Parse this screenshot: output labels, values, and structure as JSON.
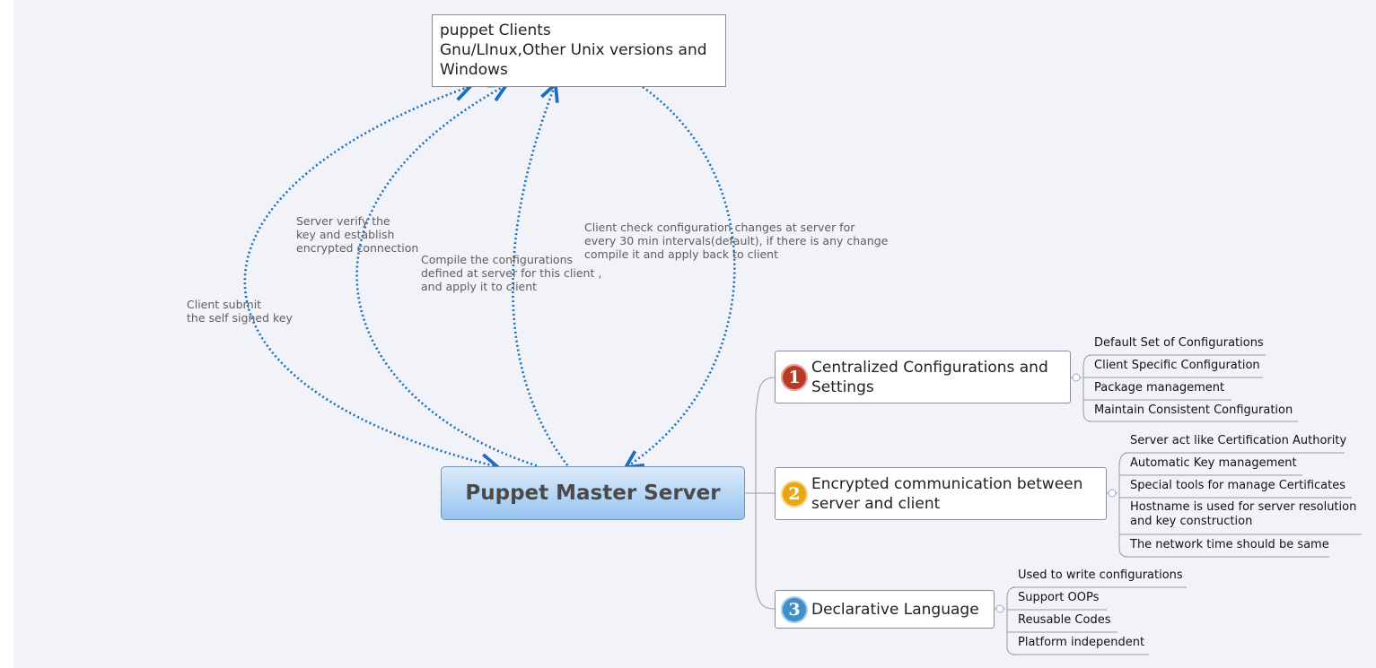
{
  "clients": {
    "line1": "puppet Clients",
    "line2": "Gnu/LInux,Other Unix versions and",
    "line3": "Windows"
  },
  "master": {
    "title": "Puppet Master Server"
  },
  "links": [
    {
      "line1": "Client submit",
      "line2": "the self signed key"
    },
    {
      "line1": "Server verify the",
      "line2": "key and establish",
      "line3": "encrypted connection"
    },
    {
      "line1": "Compile the  configurations",
      "line2": "defined at server for this client ,",
      "line3": "and apply it to client"
    },
    {
      "line1": "Client check configuration changes at server for",
      "line2": "every 30 min intervals(default), if there is any change",
      "line3": "compile it and apply back to client"
    }
  ],
  "branches": [
    {
      "number": "1",
      "color": "#b83a26",
      "line1": "Centralized Configurations and",
      "line2": "Settings",
      "leaves": [
        "Default Set of Configurations",
        "Client Specific Configuration",
        "Package management",
        "Maintain Consistent Configuration"
      ]
    },
    {
      "number": "2",
      "color": "#e8a70f",
      "line1": "Encrypted communication between",
      "line2": "server and client",
      "leaves": [
        "Server act like Certification Authority",
        "Automatic Key management",
        "Special tools for manage Certificates",
        "Hostname is used for server resolution",
        "and key construction",
        "The network time should be same"
      ]
    },
    {
      "number": "3",
      "color": "#3f8fc9",
      "line1": "Declarative Language",
      "leaves": [
        "Used to write configurations",
        "Support OOPs",
        "Reusable Codes",
        "Platform independent"
      ]
    }
  ],
  "colors": {
    "arrow": "#1a6fc4",
    "connector": "#9a9a9a",
    "background": "#f2f3f8"
  }
}
